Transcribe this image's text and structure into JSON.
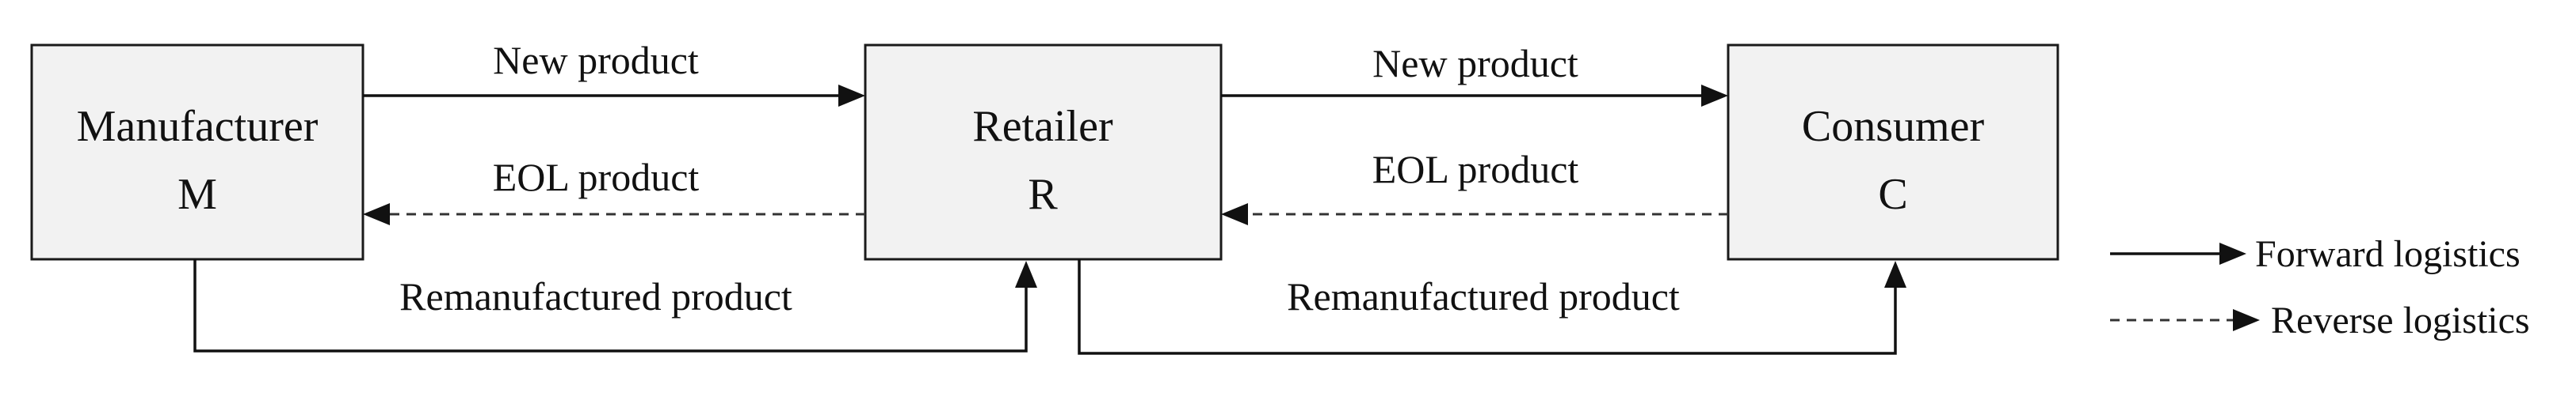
{
  "nodes": {
    "manufacturer": {
      "line1": "Manufacturer",
      "line2": "M"
    },
    "retailer": {
      "line1": "Retailer",
      "line2": "R"
    },
    "consumer": {
      "line1": "Consumer",
      "line2": "C"
    }
  },
  "edges": {
    "m_to_r_new": "New product",
    "r_to_m_eol": "EOL product",
    "r_to_c_new": "New product",
    "c_to_r_eol": "EOL product",
    "m_to_r_reman": "Remanufactured product",
    "r_to_c_reman": "Remanufactured product"
  },
  "legend": {
    "forward": "Forward logistics",
    "reverse": "Reverse logistics"
  }
}
